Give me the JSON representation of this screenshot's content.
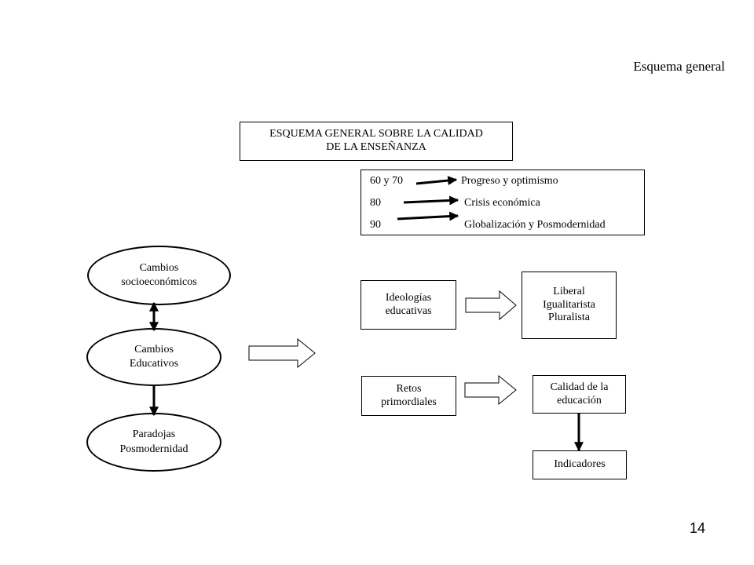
{
  "header": {
    "title": "Esquema general",
    "page_number": "14"
  },
  "main_title": {
    "line1": "ESQUEMA GENERAL SOBRE LA CALIDAD",
    "line2": "DE LA  ENSEÑANZA"
  },
  "timeline": [
    {
      "period": "60 y 70",
      "description": "Progreso y optimismo"
    },
    {
      "period": "80",
      "description": "Crisis económica"
    },
    {
      "period": "90",
      "description": "Globalización  y Posmodernidad"
    }
  ],
  "ovals": {
    "socioeconomic": {
      "line1": "Cambios",
      "line2": "socioeconómicos"
    },
    "educational": {
      "line1": "Cambios",
      "line2": "Educativos"
    },
    "paradoxes": {
      "line1": "Paradojas",
      "line2": "Posmodernidad"
    }
  },
  "boxes": {
    "ideologies": {
      "line1": "Ideologías",
      "line2": "educativas"
    },
    "ideology_types": {
      "line1": "Liberal",
      "line2": "Igualitarista",
      "line3": "Pluralista"
    },
    "challenges": {
      "line1": "Retos",
      "line2": "primordiales"
    },
    "quality": {
      "line1": "Calidad de la",
      "line2": "educación"
    },
    "indicators": {
      "label": "Indicadores"
    }
  }
}
